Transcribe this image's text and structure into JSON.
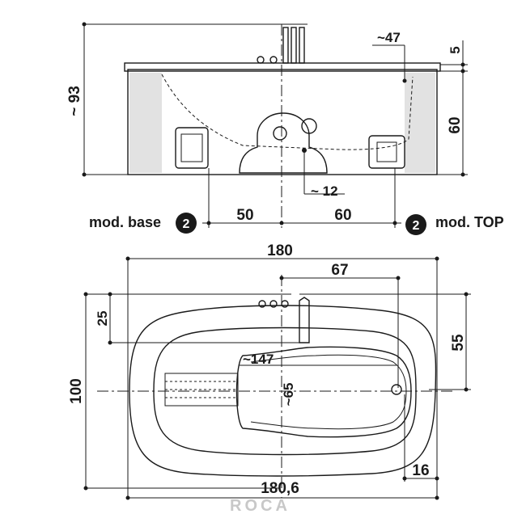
{
  "front_view": {
    "dim_height_total": "~ 93",
    "dim_overflow": "~47",
    "dim_rim": "5",
    "dim_tub_height": "60",
    "dim_drain": "~ 12",
    "dim_left": "50",
    "dim_right": "60"
  },
  "labels": {
    "mod_base": "mod. base",
    "mod_base_number": "2",
    "mod_top": "mod. TOP",
    "mod_top_number": "2"
  },
  "top_view": {
    "dim_length": "180",
    "dim_faucet_offset": "67",
    "dim_faucet_depth": "25",
    "dim_drain_offset": "55",
    "dim_width": "100",
    "dim_inner_length": "~147",
    "dim_inner_width": "~65",
    "dim_drain_edge": "16",
    "dim_outer_length": "180,6"
  },
  "watermark": "ROCA"
}
